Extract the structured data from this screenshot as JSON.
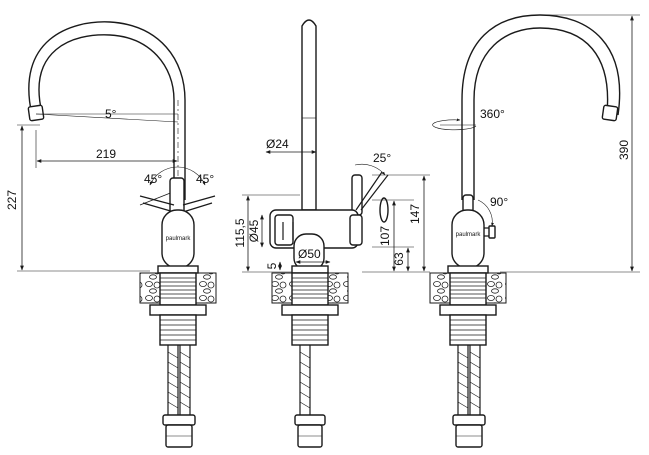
{
  "brand": "paulmark",
  "dimensions": {
    "angle_spout": "5°",
    "reach": "219",
    "height": "227",
    "handle_left": "45°",
    "handle_right": "45°",
    "tube": "Ø24",
    "handle_tilt": "25°",
    "body": "Ø45",
    "body_height": "115,5",
    "plate_gap": "5",
    "base": "Ø50",
    "lever_107": "107",
    "lever_63": "63",
    "lever_147": "147",
    "rotation": "360°",
    "total_height": "390",
    "lever_turn": "90°"
  }
}
